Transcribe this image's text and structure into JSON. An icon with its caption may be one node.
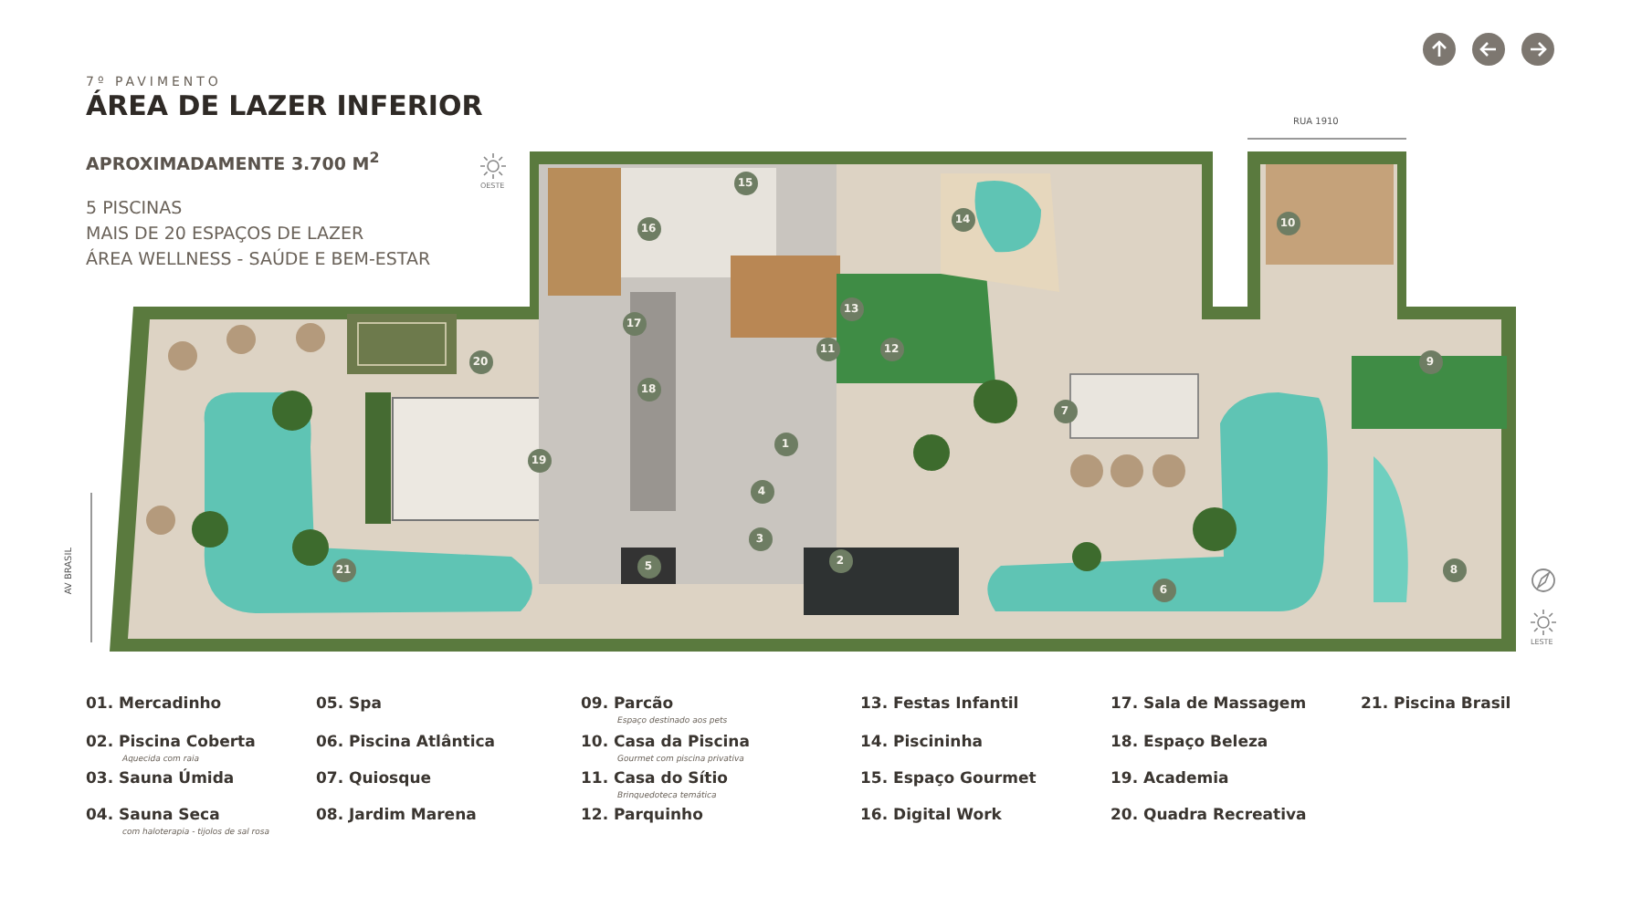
{
  "diagram": {
    "title": "ÁREA DE LAZER INFERIOR",
    "labels": [
      "7º PAVIMENTO",
      "APROXIMADAMENTE 3.700 M$^{2}$",
      "5 PISCINAS",
      "MAIS DE 20 ESPAÇOS DE LAZER",
      "ÁREA WELLNESS - SAÚDE E BEM-ESTAR",
      "OESTE",
      "RUA 1910",
      "15",
      "14",
      "10",
      "16",
      "13",
      "17",
      "11",
      "12",
      "9",
      "20",
      "18",
      "7",
      "1",
      "19",
      "4",
      "3",
      "2",
      "5",
      "21",
      "8",
      "6",
      "AV BRASIL",
      "LESTE",
      "01. Mercadinho",
      "02. Piscina Coberta",
      "Aquecida com raia",
      "03. Sauna Úmida",
      "04. Sauna Seca",
      "com haloterapia - tijolos de sal rosa",
      "05. Spa",
      "06. Piscina Atlântica",
      "07. Quiosque",
      "08. Jardim Marena",
      "09. Parcão",
      "Espaço destinado aos pets",
      "10. Casa da Piscina",
      "Gourmet com piscina privativa",
      "11. Casa do Sítio",
      "Brinquedoteca temática",
      "12. Parquinho",
      "13. Festas Infantil",
      "14. Piscininha",
      "15. Espaço Gourmet",
      "16. Digital Work",
      "17. Sala de Massagem",
      "18. Espaço Beleza",
      "19. Academia",
      "20. Quadra Recreativa",
      "21. Piscina Brasil"
    ]
  }
}
